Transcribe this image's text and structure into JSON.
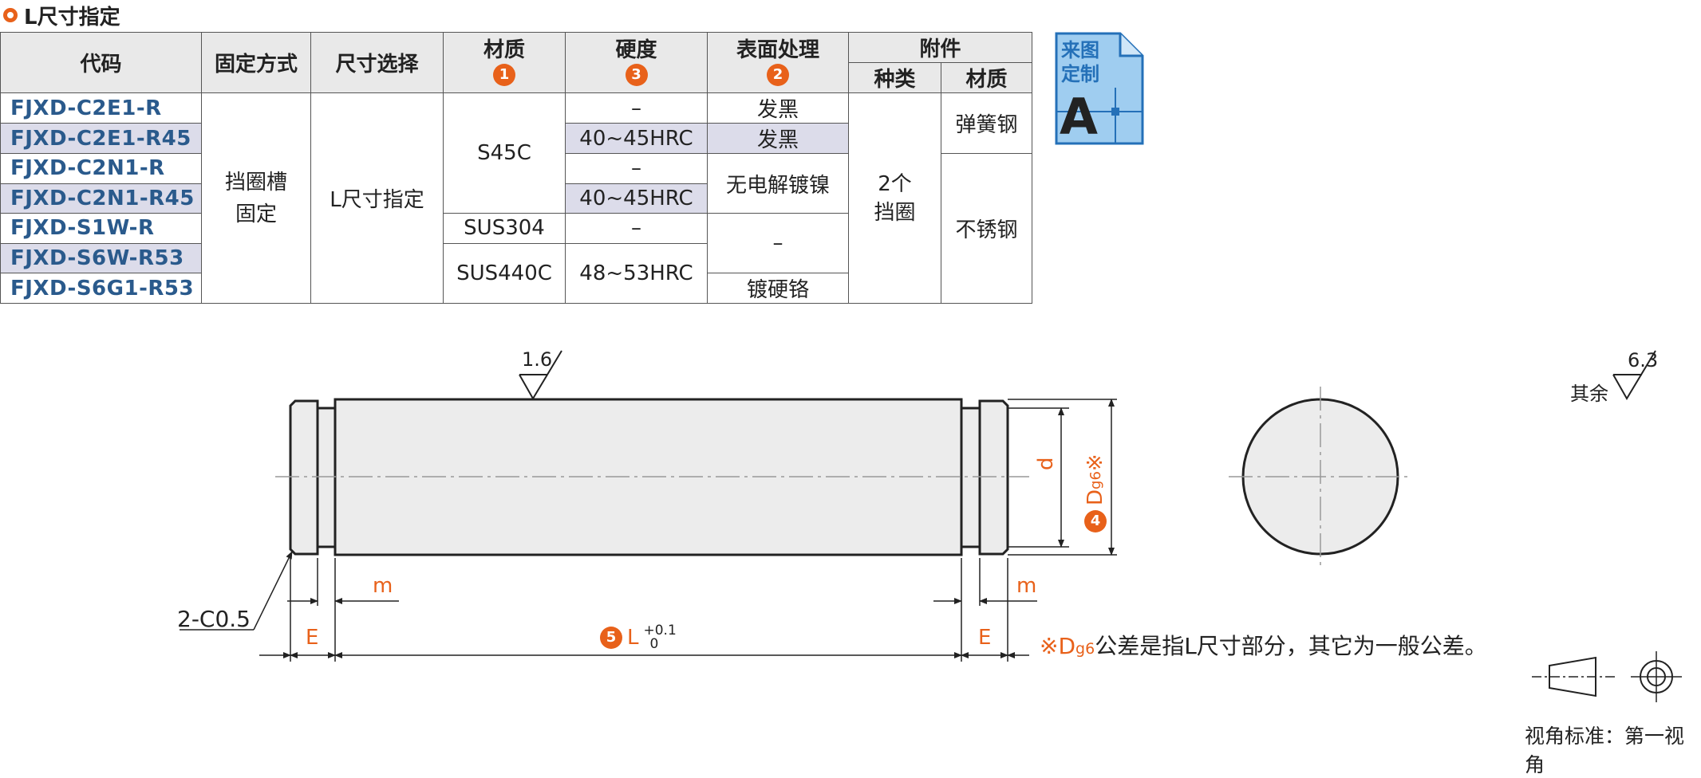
{
  "title": "L尺寸指定",
  "table": {
    "headers": {
      "code": "代码",
      "fix_method": "固定方式",
      "size_select": "尺寸选择",
      "material": "材质",
      "material_badge": "1",
      "hardness": "硬度",
      "hardness_badge": "3",
      "surface": "表面处理",
      "surface_badge": "2",
      "accessory": "附件",
      "acc_type": "种类",
      "acc_material": "材质"
    },
    "codes": [
      "FJXD-C2E1-R",
      "FJXD-C2E1-R45",
      "FJXD-C2N1-R",
      "FJXD-C2N1-R45",
      "FJXD-S1W-R",
      "FJXD-S6W-R53",
      "FJXD-S6G1-R53"
    ],
    "fix_method": "挡圈槽固定",
    "fix_method_l1": "挡圈槽",
    "fix_method_l2": "固定",
    "size_select": "L尺寸指定",
    "materials": [
      "S45C",
      "SUS304",
      "SUS440C"
    ],
    "hardness": [
      "–",
      "40~45HRC",
      "–",
      "40~45HRC",
      "–",
      "48~53HRC"
    ],
    "surface": [
      "发黑",
      "发黑",
      "无电解镀镍",
      "–",
      "镀硬铬"
    ],
    "acc_type_l1": "2个",
    "acc_type_l2": "挡圈",
    "acc_materials": [
      "弹簧钢",
      "不锈钢"
    ]
  },
  "custom_icon": {
    "line1": "来图",
    "line2": "定制",
    "letter": "A"
  },
  "drawing": {
    "roughness_main": "1.6",
    "roughness_rest_label": "其余",
    "roughness_rest": "6.3",
    "chamfer": "2-C0.5",
    "dim_m": "m",
    "dim_e": "E",
    "dim_d": "d",
    "dim_D_badge": "4",
    "dim_D": "D",
    "dim_D_sub": "g6",
    "dim_D_mark": "※",
    "dim_L_badge": "5",
    "dim_L": "L",
    "dim_L_tol_upper": "+0.1",
    "dim_L_tol_lower": "0",
    "note_mark": "※",
    "note_D": "D",
    "note_D_sub": "g6",
    "note_text": "公差是指L尺寸部分，其它为一般公差。",
    "view_standard": "视角标准：第一视角"
  },
  "colors": {
    "accent": "#e8611a",
    "code_blue": "#2a5a8c",
    "row_shade": "#dcdcea",
    "icon_blue": "#9fcdf0"
  }
}
